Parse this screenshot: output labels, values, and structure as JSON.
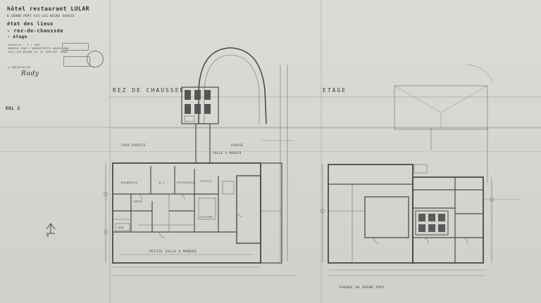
{
  "title_block": {
    "line1": "hôtel restaurant LULAR",
    "line2": "8 GRAND PORT  AIX-LES-BAINS  SAVOIE",
    "line3": "état des lieux",
    "line4": "- rez-de-chaussée",
    "line5": "- étage",
    "note1": "échelle : 1 / 100",
    "note2": "DRESSE PAR L'ARCHITECTE SOUSSIGNE",
    "note3": "AIX-LES-BAINS LE 15 JUILLET 1980",
    "architect": "L'ARCHITECTE",
    "signature": "Rudy"
  },
  "sheet_number": "EDL 2",
  "plans": {
    "ground_floor_title": "REZ DE CHAUSSEE",
    "upper_floor_title": "ETAGE"
  },
  "ground_labels": {
    "cour_service": "COUR    SERVICE",
    "garage": "GARAGE",
    "salle": "SALLE A MANGER",
    "buanderie": "BUANDERIE",
    "wc": "W.C.",
    "patisserie": "PATISSERIE",
    "office": "OFFICE",
    "cuisine": "CUISINE",
    "depot": "DEPOT",
    "bar": "BAR",
    "petite_salle": "PETITE  SALLE  A  MANGER"
  },
  "upper_labels": {
    "avenue": "AVENUE   DU   GRAND  PORT"
  },
  "north_marker": "N"
}
